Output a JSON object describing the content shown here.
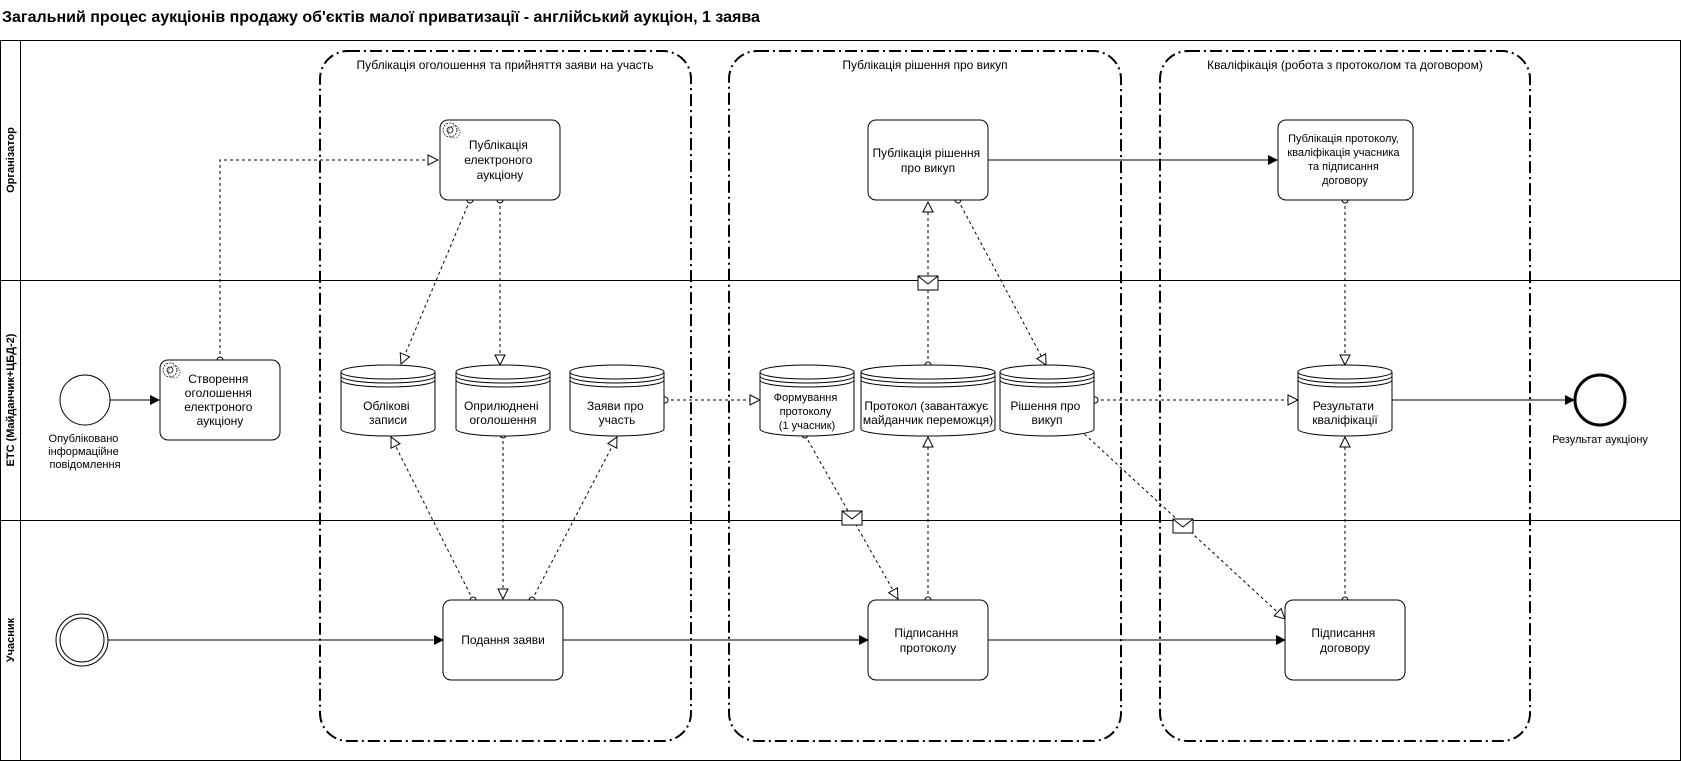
{
  "title": "Загальний процес аукціонів продажу об'єктів малої приватизації - англійський аукціон, 1 заява",
  "lanes": [
    {
      "label": "Організатор"
    },
    {
      "label": "ЕТС (Майданчик+ЦБД-2)"
    },
    {
      "label": "Учасник"
    }
  ],
  "groups": [
    {
      "label": "Публікація оголошення та прийняття заяви на участь"
    },
    {
      "label": "Публікація рішення про викуп"
    },
    {
      "label": "Кваліфікація (робота з протоколом та договором)"
    }
  ],
  "tasks": {
    "publish_auction": [
      "Публікація",
      "електроного",
      "аукціону"
    ],
    "create_announcement": [
      "Створення",
      "оголошення",
      "електроного",
      "аукціону"
    ],
    "publish_buyout": [
      "Публікація рішення",
      "про викуп"
    ],
    "publish_protocol": [
      "Публікація протоколу,",
      "кваліфікація учасника",
      "та підписання",
      "договору"
    ],
    "submit_application": [
      "Подання заяви"
    ],
    "sign_protocol": [
      "Підписання",
      "протоколу"
    ],
    "sign_contract": [
      "Підписання",
      "договору"
    ]
  },
  "stores": {
    "accounts": [
      "Облікові",
      "записи"
    ],
    "published": [
      "Оприлюднені",
      "оголошення"
    ],
    "applications": [
      "Заяви про",
      "участь"
    ],
    "protocol_form": [
      "Формування",
      "протоколу",
      "(1 учасник)"
    ],
    "protocol_upload": [
      "Протокол (завантажує",
      "майданчик переможця)"
    ],
    "buyout_decision": [
      "Рішення про",
      "викуп"
    ],
    "qualification": [
      "Результати",
      "кваліфікації"
    ]
  },
  "events": {
    "start_label": [
      "Опубліковано",
      "інформаційне",
      "повідомлення"
    ],
    "end_label": [
      "Результат аукціону"
    ]
  },
  "colors": {
    "stroke": "#000000",
    "background": "#ffffff"
  }
}
